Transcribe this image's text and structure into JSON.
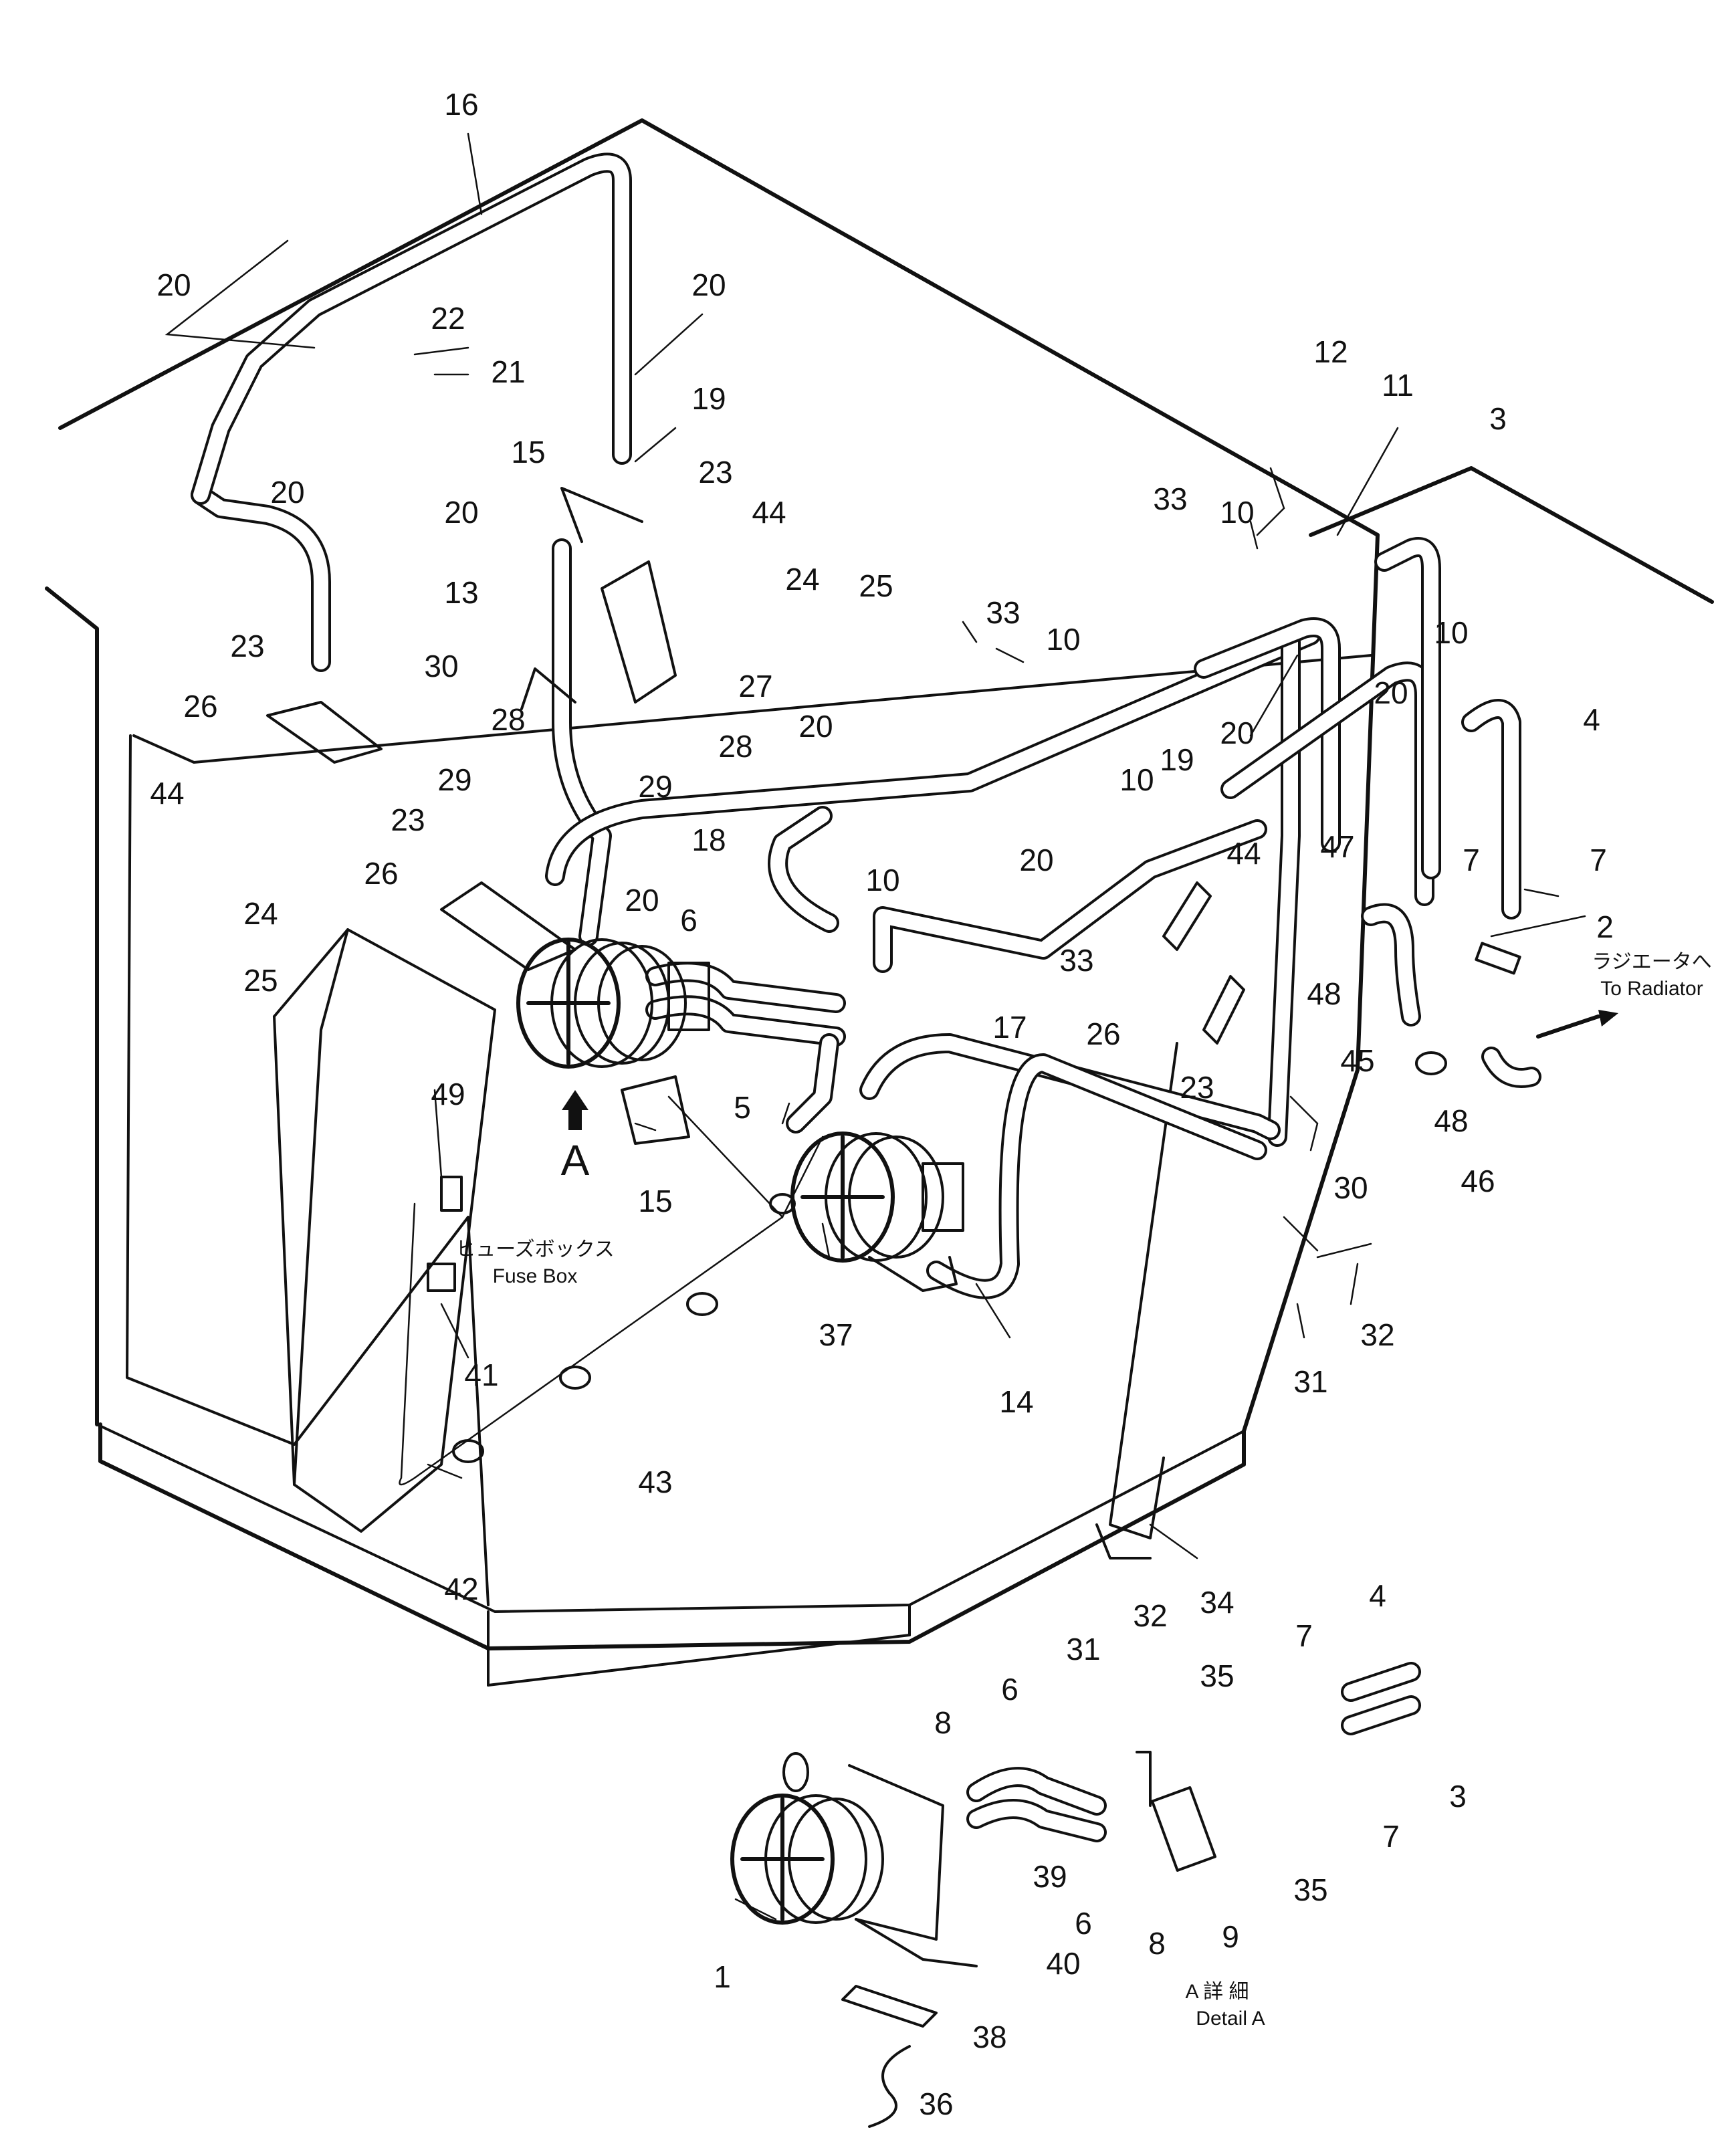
{
  "diagram": {
    "callouts": [
      "1",
      "2",
      "3",
      "4",
      "5",
      "6",
      "7",
      "8",
      "9",
      "10",
      "11",
      "12",
      "13",
      "14",
      "15",
      "16",
      "17",
      "18",
      "19",
      "20",
      "21",
      "22",
      "23",
      "24",
      "25",
      "26",
      "27",
      "28",
      "29",
      "30",
      "31",
      "32",
      "33",
      "34",
      "35",
      "36",
      "37",
      "38",
      "39",
      "40",
      "41",
      "42",
      "43",
      "44",
      "45",
      "46",
      "47",
      "48",
      "49"
    ],
    "view_letter": "A",
    "to_radiator_jp": "ラジエータへ",
    "to_radiator_en": "To Radiator",
    "fuse_box_jp": "ヒューズボックス",
    "fuse_box_en": "Fuse Box",
    "detail_jp": "A 詳 細",
    "detail_en": "Detail A"
  }
}
